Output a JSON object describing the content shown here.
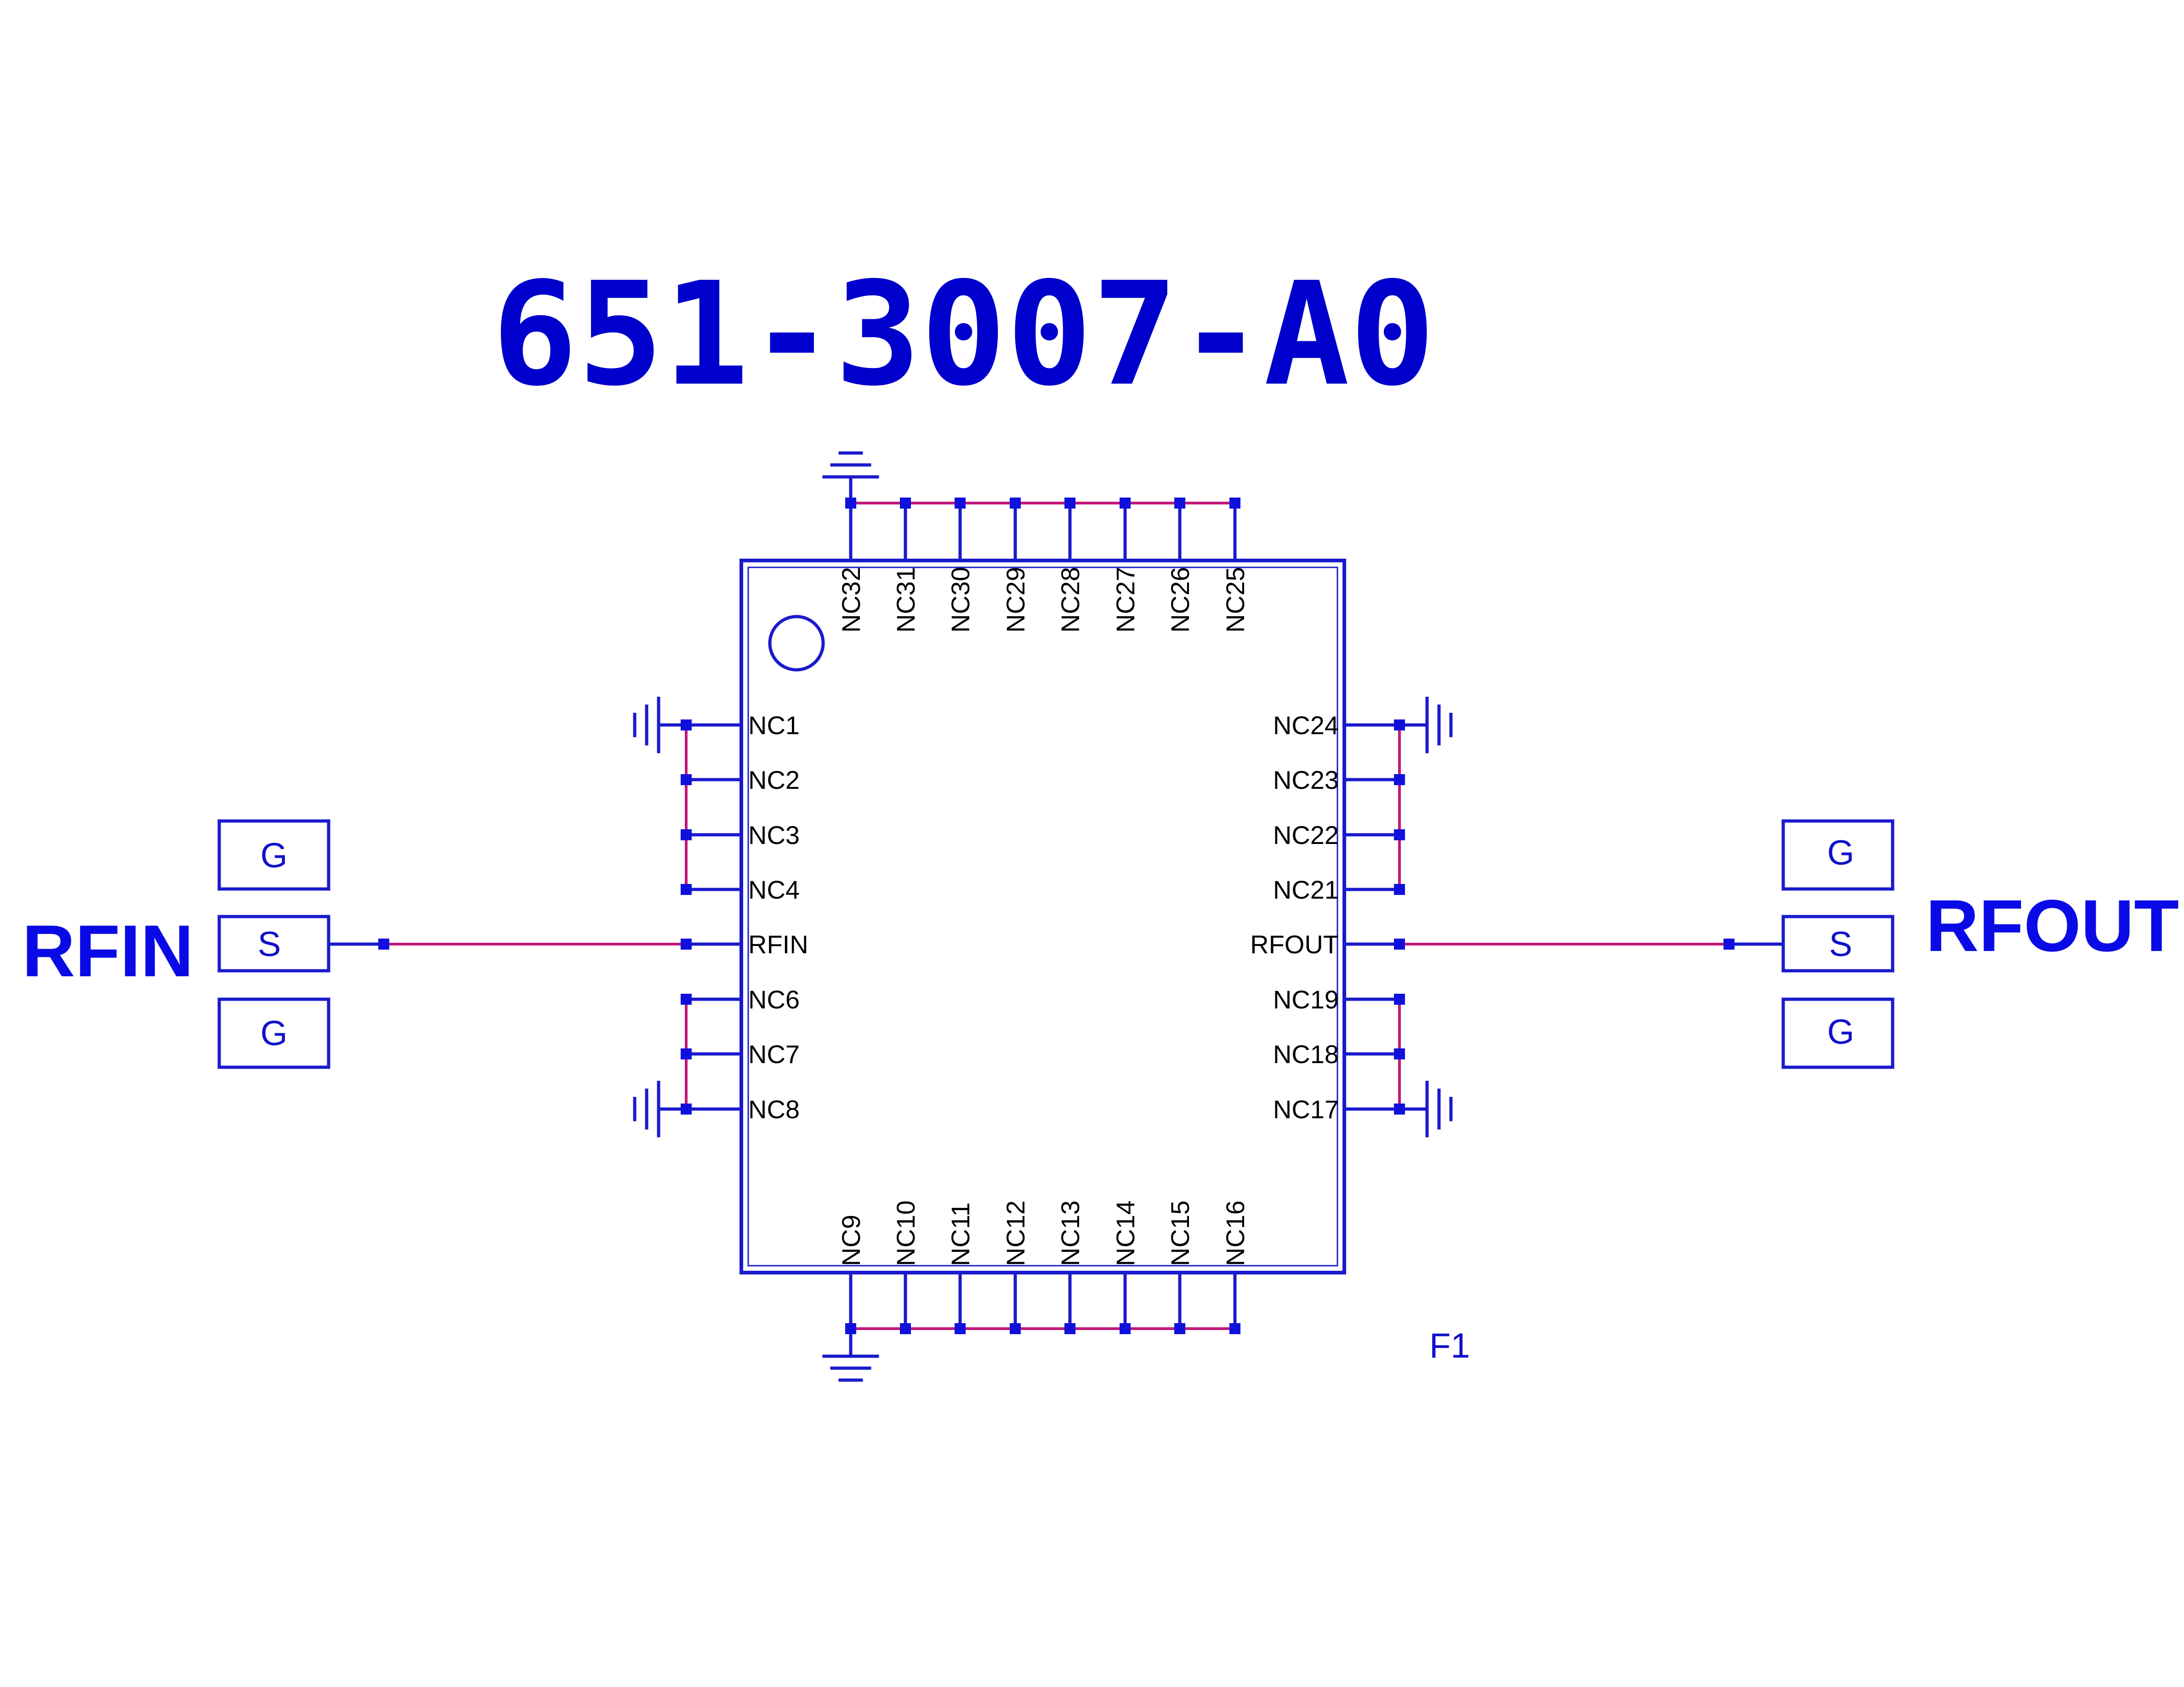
{
  "title": "651-3007-A0",
  "ports": {
    "input": "RFIN",
    "output": "RFOUT"
  },
  "reference": "F1",
  "pads": {
    "ground": "G",
    "signal": "S"
  },
  "pins": {
    "left": [
      "NC1",
      "NC2",
      "NC3",
      "NC4",
      "RFIN",
      "NC6",
      "NC7",
      "NC8"
    ],
    "bottom": [
      "NC9",
      "NC10",
      "NC11",
      "NC12",
      "NC13",
      "NC14",
      "NC15",
      "NC16"
    ],
    "right": [
      "NC24",
      "NC23",
      "NC22",
      "NC21",
      "RFOUT",
      "NC19",
      "NC18",
      "NC17"
    ],
    "top": [
      "NC32",
      "NC31",
      "NC30",
      "NC29",
      "NC28",
      "NC27",
      "NC26",
      "NC25"
    ]
  },
  "colors": {
    "wire": "#1a1acc",
    "net": "#c2187a",
    "text": "#000000",
    "label": "#0000cc"
  }
}
